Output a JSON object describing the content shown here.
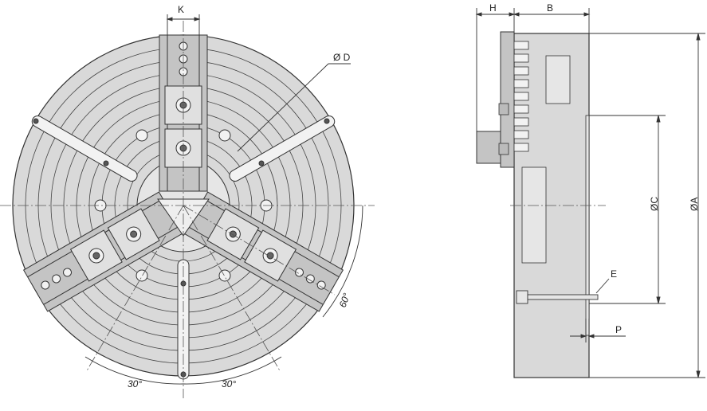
{
  "front_view": {
    "labels": {
      "jaw_width": "K",
      "bolt_circle": "Ø D",
      "angle_60": "60°",
      "angle_30_left": "30°",
      "angle_30_right": "30°"
    }
  },
  "side_view": {
    "labels": {
      "jaw_height": "H",
      "body_height": "B",
      "outer_diameter": "ØA",
      "spigot_diameter": "ØC",
      "mount_bolt": "E",
      "spigot_depth": "P"
    }
  },
  "colors": {
    "body_gray": "#d9d9d9",
    "jaw_gray": "#c4c4c4",
    "line": "#333333",
    "center_line": "#555555"
  }
}
